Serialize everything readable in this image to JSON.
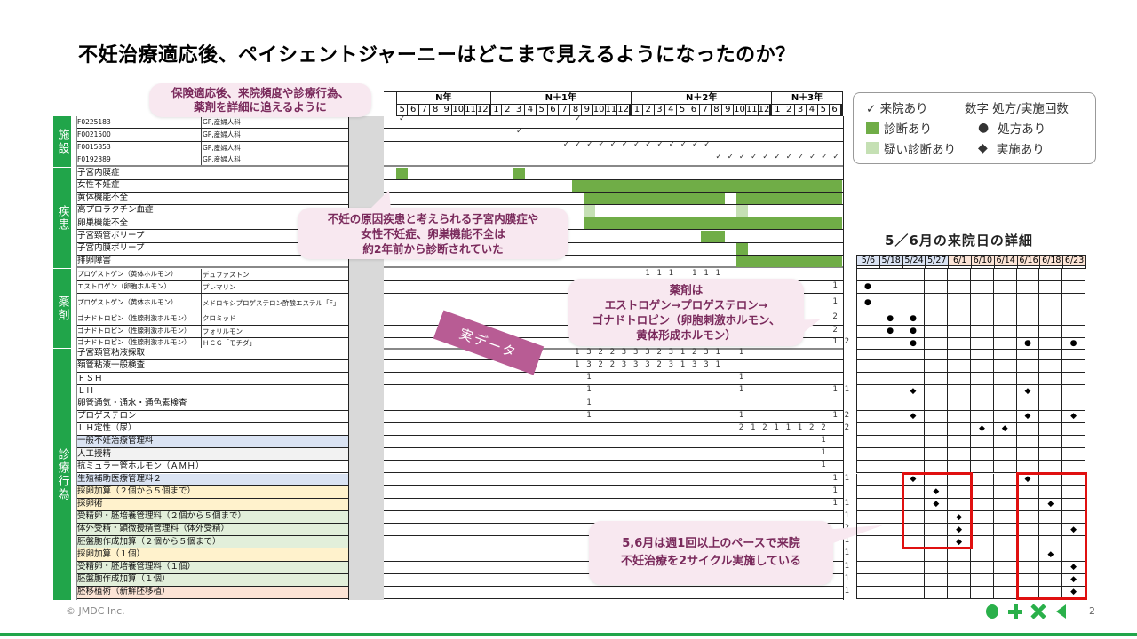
{
  "title": "不妊治療適応後、ペイシェントジャーニーはどこまで見えるようになったのか？",
  "callouts": {
    "top": "保険適応後、来院頻度や診療行為、\n薬剤を詳細に追えるように",
    "disease": "不妊の原因疾患と考えられる子宮内膜症や\n女性不妊症、卵巣機能不全は\n約2年前から診断されていた",
    "drug": "薬剤は\nエストロゲン→プロゲステロン→\nゴナドトロピン（卵胞刺激ホルモン、\n黄体形成ホルモン）",
    "cycle": "5,6月は週1回以上のペースで来院\n不妊治療を2サイクル実施している"
  },
  "stamp": "実データ",
  "sections": {
    "facility": "施設",
    "disease": "疾患",
    "drug": "薬剤",
    "procedure": "診療行為"
  },
  "timeline": {
    "years": [
      {
        "label": "N年",
        "months": [
          "5",
          "6",
          "7",
          "8",
          "9",
          "10",
          "11",
          "12"
        ]
      },
      {
        "label": "N＋1年",
        "months": [
          "1",
          "2",
          "3",
          "4",
          "5",
          "6",
          "7",
          "8",
          "9",
          "10",
          "11",
          "12"
        ]
      },
      {
        "label": "N＋2年",
        "months": [
          "1",
          "2",
          "3",
          "4",
          "5",
          "6",
          "7",
          "8",
          "9",
          "10",
          "11",
          "12"
        ]
      },
      {
        "label": "N＋3年",
        "months": [
          "1",
          "2",
          "3",
          "4",
          "5",
          "6"
        ]
      }
    ]
  },
  "facilities": [
    {
      "id": "F0225183",
      "type": "GP,産婦人科",
      "visits": [
        0,
        15
      ]
    },
    {
      "id": "F0021500",
      "type": "GP,産婦人科",
      "visits": [
        10
      ]
    },
    {
      "id": "F0015853",
      "type": "GP,産婦人科",
      "visits": [
        14,
        15,
        16,
        17,
        18,
        19,
        20,
        21,
        22,
        23,
        24,
        25,
        26
      ]
    },
    {
      "id": "F0192389",
      "type": "GP,産婦人科",
      "visits": [
        27,
        28,
        29,
        30,
        31,
        32,
        33,
        34,
        35,
        36,
        37
      ]
    }
  ],
  "diseases": [
    {
      "name": "子宮内膜症",
      "bars": [
        {
          "from": 0,
          "to": 1,
          "kind": "dx"
        },
        {
          "from": 10,
          "to": 11,
          "kind": "dx"
        }
      ]
    },
    {
      "name": "女性不妊症",
      "bars": [
        {
          "from": 15,
          "to": 38,
          "kind": "dx"
        }
      ]
    },
    {
      "name": "黄体機能不全",
      "bars": [
        {
          "from": 16,
          "to": 28,
          "kind": "dx"
        },
        {
          "from": 29,
          "to": 38,
          "kind": "dx"
        }
      ]
    },
    {
      "name": "高プロラクチン血症",
      "bars": [
        {
          "from": 16,
          "to": 17,
          "kind": "sus"
        },
        {
          "from": 29,
          "to": 30,
          "kind": "sus"
        }
      ]
    },
    {
      "name": "卵巣機能不全",
      "bars": [
        {
          "from": 16,
          "to": 38,
          "kind": "dx"
        }
      ]
    },
    {
      "name": "子宮頚管ポリープ",
      "bars": [
        {
          "from": 26,
          "to": 28,
          "kind": "dx"
        }
      ]
    },
    {
      "name": "子宮内膜ポリープ",
      "bars": [
        {
          "from": 29,
          "to": 30,
          "kind": "dx"
        }
      ]
    },
    {
      "name": "排卵障害",
      "bars": [
        {
          "from": 29,
          "to": 38,
          "kind": "dx"
        }
      ]
    }
  ],
  "drugs": [
    {
      "class": "プロゲストゲン（黄体ホルモン）",
      "name": "デュファストン",
      "counts": [
        [
          21,
          "1"
        ],
        [
          22,
          "1"
        ],
        [
          23,
          "1"
        ],
        [
          25,
          "1"
        ],
        [
          26,
          "1"
        ],
        [
          27,
          "1"
        ]
      ]
    },
    {
      "class": "エストロゲン（卵胞ホルモン）",
      "name": "プレマリン",
      "counts": [
        [
          37,
          "1"
        ]
      ]
    },
    {
      "class": "プロゲストゲン（黄体ホルモン）",
      "name": "メドロキシプロゲステロン酢酸エステル「F」",
      "counts": [
        [
          37,
          "1"
        ]
      ]
    },
    {
      "class": "ゴナドトロピン（性腺刺激ホルモン）",
      "name": "クロミッド",
      "counts": [
        [
          37,
          "2"
        ]
      ]
    },
    {
      "class": "ゴナドトロピン（性腺刺激ホルモン）",
      "name": "フォリルモン",
      "counts": [
        [
          37,
          "2"
        ]
      ]
    },
    {
      "class": "ゴナドトロピン（性腺刺激ホルモン）",
      "name": "ＨＣＧ「モチダ」",
      "counts": [
        [
          37,
          "1"
        ],
        [
          38,
          "2"
        ]
      ]
    }
  ],
  "procedures": [
    {
      "name": "子宮頚管粘液採取",
      "bg": "#ffffff",
      "counts": [
        [
          15,
          "1"
        ],
        [
          16,
          "3"
        ],
        [
          17,
          "2"
        ],
        [
          18,
          "2"
        ],
        [
          19,
          "3"
        ],
        [
          20,
          "3"
        ],
        [
          21,
          "3"
        ],
        [
          22,
          "2"
        ],
        [
          23,
          "3"
        ],
        [
          24,
          "1"
        ],
        [
          25,
          "2"
        ],
        [
          26,
          "3"
        ],
        [
          27,
          "1"
        ],
        [
          29,
          "1"
        ]
      ]
    },
    {
      "name": "頚管粘液一般検査",
      "bg": "#ffffff",
      "counts": [
        [
          15,
          "1"
        ],
        [
          16,
          "3"
        ],
        [
          17,
          "2"
        ],
        [
          18,
          "2"
        ],
        [
          19,
          "3"
        ],
        [
          20,
          "3"
        ],
        [
          21,
          "3"
        ],
        [
          22,
          "2"
        ],
        [
          23,
          "3"
        ],
        [
          24,
          "1"
        ],
        [
          25,
          "3"
        ],
        [
          26,
          "3"
        ],
        [
          27,
          "1"
        ]
      ]
    },
    {
      "name": "ＦＳＨ",
      "bg": "#ffffff",
      "counts": [
        [
          16,
          "1"
        ],
        [
          29,
          "1"
        ]
      ]
    },
    {
      "name": "ＬＨ",
      "bg": "#ffffff",
      "counts": [
        [
          16,
          "1"
        ],
        [
          29,
          "1"
        ],
        [
          37,
          "1"
        ],
        [
          38,
          "1"
        ]
      ]
    },
    {
      "name": "卵管通気・通水・通色素検査",
      "bg": "#ffffff",
      "counts": [
        [
          16,
          "1"
        ]
      ]
    },
    {
      "name": "プロゲステロン",
      "bg": "#ffffff",
      "counts": [
        [
          16,
          "1"
        ],
        [
          29,
          "1"
        ],
        [
          37,
          "1"
        ],
        [
          38,
          "2"
        ]
      ]
    },
    {
      "name": "ＬＨ定性（尿）",
      "bg": "#ffffff",
      "counts": [
        [
          29,
          "2"
        ],
        [
          30,
          "1"
        ],
        [
          31,
          "2"
        ],
        [
          32,
          "1"
        ],
        [
          33,
          "1"
        ],
        [
          34,
          "1"
        ],
        [
          35,
          "2"
        ],
        [
          36,
          "2"
        ],
        [
          38,
          "2"
        ]
      ]
    },
    {
      "name": "一般不妊治療管理料",
      "bg": "#dae3f3",
      "counts": [
        [
          36,
          "1"
        ]
      ]
    },
    {
      "name": "人工授精",
      "bg": "#f2f2f2",
      "counts": [
        [
          36,
          "1"
        ]
      ]
    },
    {
      "name": "抗ミュラー管ホルモン（ＡＭＨ）",
      "bg": "#ffffff",
      "counts": [
        [
          36,
          "1"
        ]
      ]
    },
    {
      "name": "生殖補助医療管理料２",
      "bg": "#dae3f3",
      "counts": [
        [
          37,
          "1"
        ],
        [
          38,
          "1"
        ]
      ]
    },
    {
      "name": "採卵加算（２個から５個まで）",
      "bg": "#fff2cc",
      "counts": [
        [
          37,
          "1"
        ]
      ]
    },
    {
      "name": "採卵術",
      "bg": "#fff2cc",
      "counts": [
        [
          37,
          "1"
        ],
        [
          38,
          "1"
        ]
      ]
    },
    {
      "name": "受精卵・胚培養管理料（２個から５個まで）",
      "bg": "#e2efda",
      "counts": [
        [
          38,
          "1"
        ]
      ]
    },
    {
      "name": "体外受精・顕微授精管理料（体外受精）",
      "bg": "#e2efda",
      "counts": [
        [
          38,
          "2"
        ]
      ]
    },
    {
      "name": "胚盤胞作成加算（２個から５個まで）",
      "bg": "#e2efda",
      "counts": [
        [
          38,
          "1"
        ]
      ]
    },
    {
      "name": "採卵加算（１個）",
      "bg": "#fff2cc",
      "counts": [
        [
          38,
          "1"
        ]
      ]
    },
    {
      "name": "受精卵・胚培養管理料（１個）",
      "bg": "#e2efda",
      "counts": [
        [
          38,
          "1"
        ]
      ]
    },
    {
      "name": "胚盤胞作成加算（１個）",
      "bg": "#e2efda",
      "counts": [
        [
          38,
          "1"
        ]
      ]
    },
    {
      "name": "胚移植術（新鮮胚移植）",
      "bg": "#fce4d6",
      "counts": [
        [
          38,
          "1"
        ]
      ]
    }
  ],
  "legend": {
    "visit": "✓ 来院あり",
    "number": "数字 処方/実施回数",
    "diagnosed": "診断あり",
    "prescribed": "処方あり",
    "suspected": "疑い診断あり",
    "performed": "実施あり",
    "colors": {
      "diagnosed": "#70ad47",
      "suspected": "#c5e0b4"
    }
  },
  "detail": {
    "title": "5／6月の来院日の詳細",
    "dates": [
      "5/6",
      "5/18",
      "5/24",
      "5/27",
      "6/1",
      "6/10",
      "6/14",
      "6/16",
      "6/18",
      "6/23"
    ],
    "date_bg": [
      "#dae3f3",
      "#dae3f3",
      "#dae3f3",
      "#dae3f3",
      "#fce4d6",
      "#fce4d6",
      "#fce4d6",
      "#fce4d6",
      "#fce4d6",
      "#fce4d6"
    ],
    "drug_marks": [
      [],
      [
        0
      ],
      [
        0
      ],
      [
        1,
        2
      ],
      [
        1,
        2
      ],
      [
        2,
        7,
        9
      ]
    ],
    "proc_marks": [
      [],
      [],
      [],
      [
        2,
        7
      ],
      [],
      [
        2,
        7,
        9
      ],
      [
        5,
        6
      ],
      [],
      [],
      [],
      [
        2,
        7
      ],
      [
        3
      ],
      [
        3,
        8
      ],
      [
        4
      ],
      [
        4,
        9
      ],
      [
        4
      ],
      [
        8
      ],
      [
        9
      ],
      [
        9
      ],
      [
        9
      ]
    ]
  },
  "footer": {
    "copyright": "© JMDC Inc.",
    "page": "2",
    "brand_icons": [
      "circle-icon",
      "plus-icon",
      "cross-icon",
      "triangle-left-icon"
    ]
  }
}
